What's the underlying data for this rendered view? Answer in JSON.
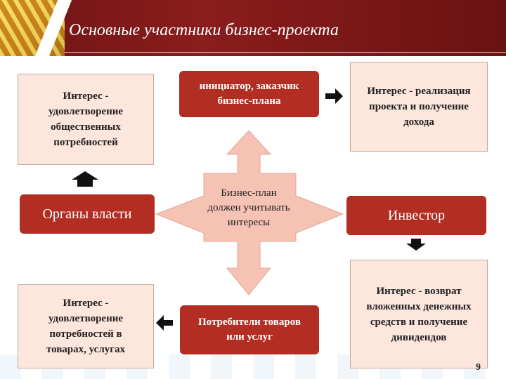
{
  "title": "Основные участники бизнес-проекта",
  "center": "Бизнес-план должен учитывать интересы",
  "top_box": "инициатор, заказчик бизнес-плана",
  "bottom_box": "Потребители товаров или услуг",
  "left_box": "Органы власти",
  "right_box": "Инвестор",
  "top_left_interest": "Интерес - удовлетворение общественных потребностей",
  "top_right_interest": "Интерес - реализация проекта и получение дохода",
  "bottom_left_interest": "Интерес - удовлетворение потребностей в товарах, услугах",
  "bottom_right_interest": "Интерес - возврат вложенных денежных средств и получение дивидендов",
  "page_number": "9",
  "colors": {
    "header": "#7a1818",
    "dark_box": "#b22d22",
    "light_box": "#fde6dc",
    "cross": "#f5c2b4",
    "arrow": "#111111"
  }
}
